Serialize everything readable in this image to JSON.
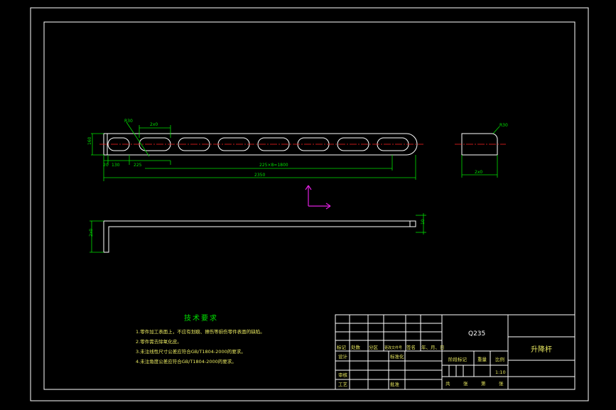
{
  "part_name": "升降杆",
  "material": "Q235",
  "scale": "1:10",
  "dimensions": {
    "r30_top": "R30",
    "slot_length": "2x0",
    "height_left": "160",
    "offset_small": "20",
    "offset_130": "130",
    "offset_225": "225",
    "pitch": "225×8=1800",
    "total_length": "2350",
    "end_width": "2x0",
    "end_radius": "R30",
    "side_height": "2x0",
    "side_thickness": "10"
  },
  "tech_requirements": {
    "title": "技术要求",
    "items": [
      "1.零件加工表面上，不应有划痕、擦伤等损伤零件表面的缺陷。",
      "2.零件需去除氧化皮。",
      "3.未注线性尺寸公差应符合GB/T1804-2000的要求。",
      "4.未注角度公差应符合GB/T1804-2000的要求。"
    ]
  },
  "title_block": {
    "labels": {
      "mark": "标记",
      "count": "处数",
      "zone": "分区",
      "change_doc": "更改文件号",
      "signature": "签名",
      "date": "年、月、日",
      "design": "设计",
      "standardization": "标准化",
      "stage_mark": "阶段标记",
      "weight": "重量",
      "scale": "比例",
      "review": "审核",
      "process": "工艺",
      "approve": "批准",
      "total": "共",
      "sheet": "张",
      "num": "第",
      "sheet2": "张"
    }
  }
}
